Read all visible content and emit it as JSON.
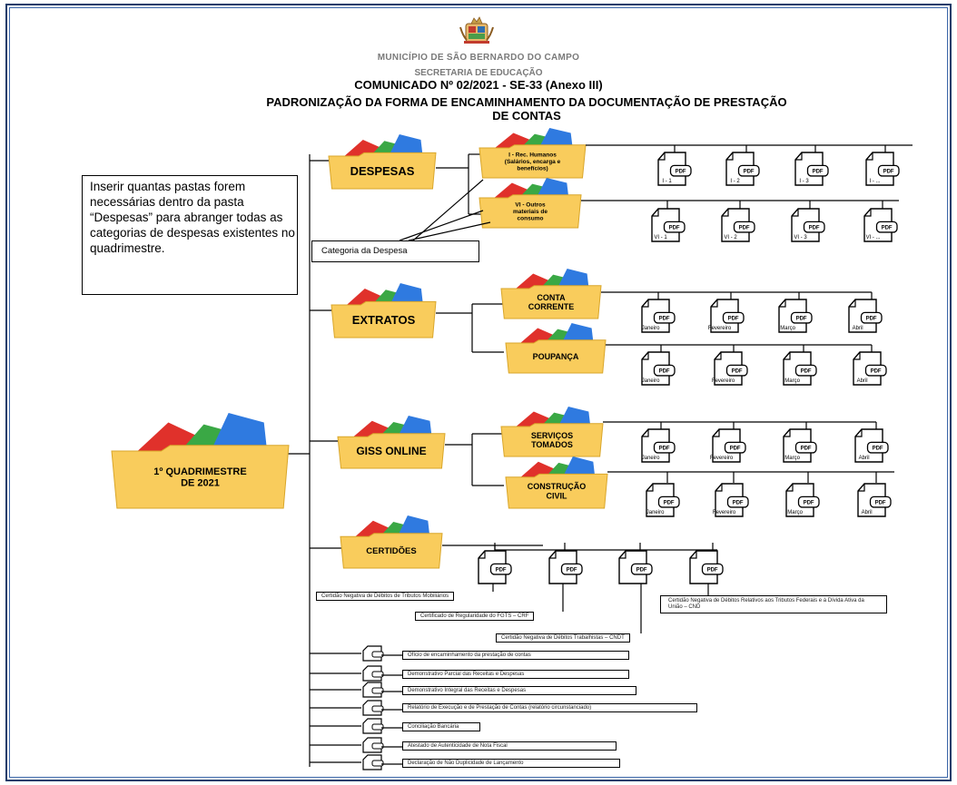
{
  "header": {
    "municipality": "MUNICÍPIO DE SÃO BERNARDO DO CAMPO",
    "secretariat": "SECRETARIA DE EDUCAÇÃO",
    "communique": "COMUNICADO Nº 02/2021 - SE-33 (Anexo III)",
    "title_line1": "PADRONIZAÇÃO DA FORMA DE ENCAMINHAMENTO DA DOCUMENTAÇÃO DE PRESTAÇÃO",
    "title_line2": "DE CONTAS"
  },
  "note": "Inserir quantas pastas forem necessárias dentro da pasta “Despesas” para abranger todas as categorias de despesas existentes no quadrimestre.",
  "category_box": "Categoria da Despesa",
  "root_folder": [
    "1º QUADRIMESTRE",
    "DE 2021"
  ],
  "folders": {
    "despesas": "DESPESAS",
    "extratos": "EXTRATOS",
    "giss": "GISS ONLINE",
    "certidoes": "CERTIDÕES",
    "rec_humanos": [
      "I - Rec. Humanos",
      "(Salários, encarga e",
      "benefícios)"
    ],
    "outros": [
      "VI - Outros",
      "materiais de",
      "consumo"
    ],
    "conta_corrente": [
      "CONTA",
      "CORRENTE"
    ],
    "poupanca": [
      "POUPANÇA"
    ],
    "servicos": [
      "SERVIÇOS",
      "TOMADOS"
    ],
    "construcao": [
      "CONSTRUÇÃO",
      "CIVIL"
    ]
  },
  "pdf_badge": "PDF",
  "files": {
    "rec_humanos": [
      "I - 1",
      "I - 2",
      "I - 3",
      "I - ..."
    ],
    "outros": [
      "VI - 1",
      "VI - 2",
      "VI - 3",
      "VI - ..."
    ],
    "months": [
      "Janeiro",
      "Fevereiro",
      "Março",
      "Abril"
    ]
  },
  "certificates": [
    "Certidão Negativa de Débitos de Tributos Mobiliários",
    "Certificado de Regularidade do FGTS – CRF",
    "Certidão Negativa de Débitos Trabalhistas – CNDT",
    "Certidão Negativa de Débitos Relativos aos Tributos Federais e à Dívida Ativa da União – CND"
  ],
  "documents": [
    "Ofício de encaminhamento da prestação de contas",
    "Demonstrativo Parcial das Receitas e Despesas",
    "Demonstrativo Integral das Receitas e Despesas",
    "Relatório de Execução e de Prestação de Contas (relatório circunstanciado)",
    "Conciliação Bancária",
    "Atestado de Autenticidade de Nota Fiscal",
    "Declaração de Não Duplicidade de Lançamento"
  ],
  "colors": {
    "folder": "#f9cc5c",
    "folder_edge": "#d9a62a",
    "doc_red": "#e0312b",
    "doc_green": "#3aa845",
    "doc_blue": "#2f7ae0",
    "frame": "#1f3d6b",
    "header_gray": "#7a7a7a"
  },
  "icons": [
    "coat-of-arms-logo",
    "folder-icon",
    "pdf-file-icon",
    "line-arrow"
  ]
}
